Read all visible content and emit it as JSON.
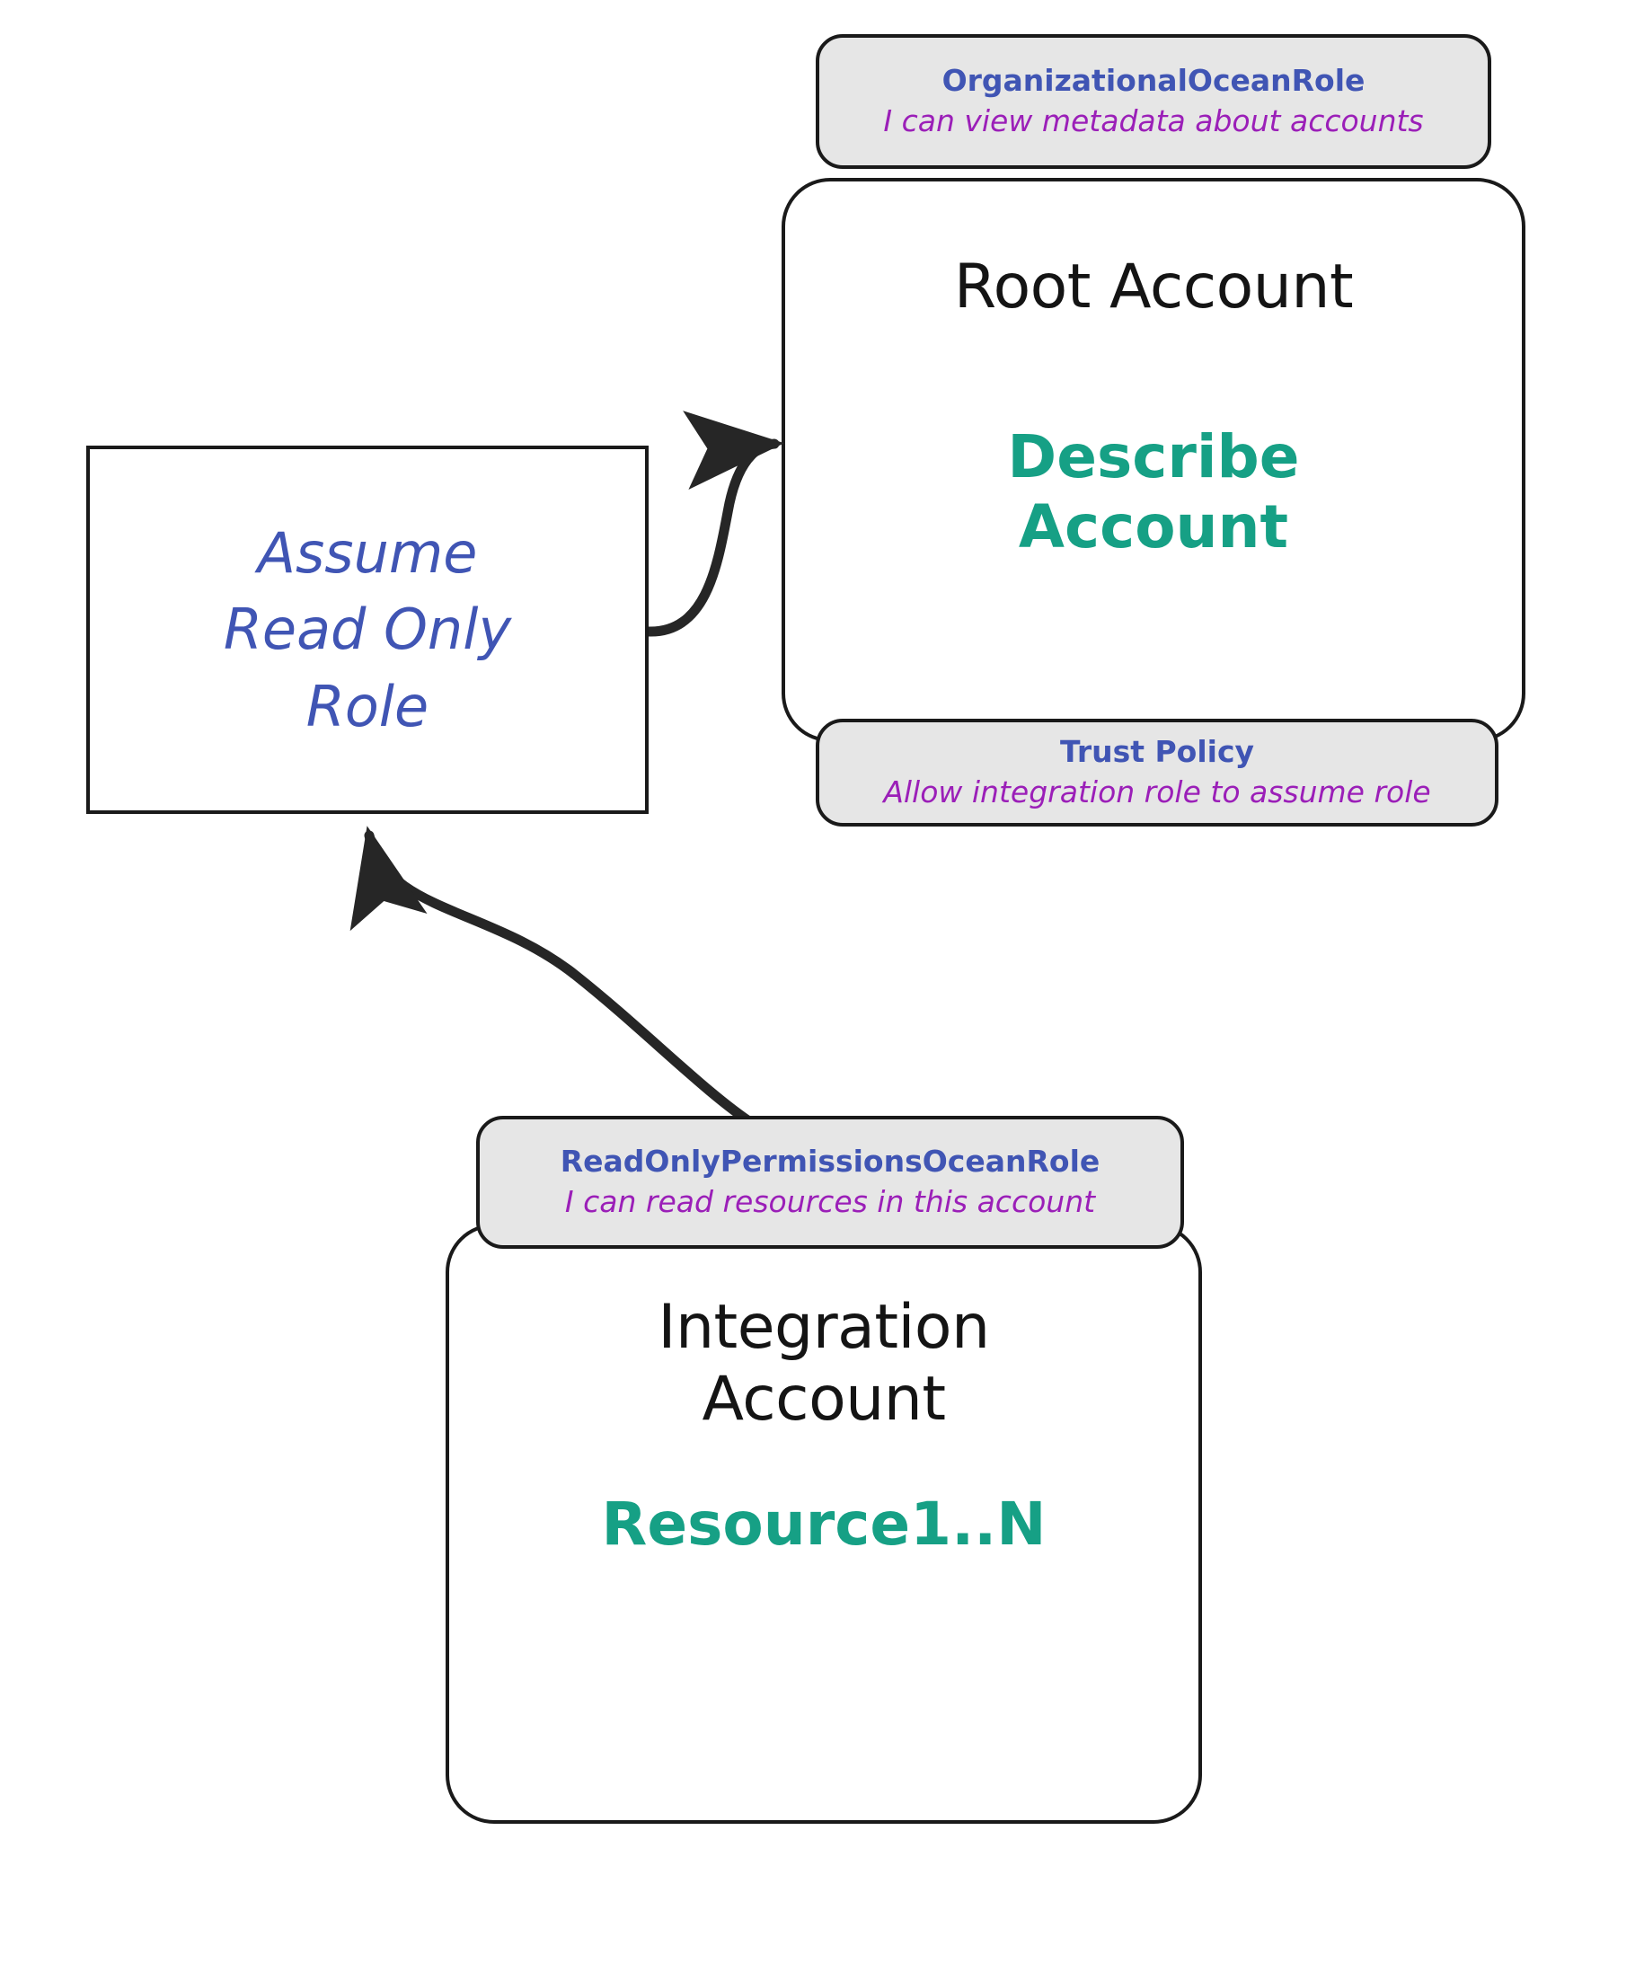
{
  "diagram": {
    "type": "cloud-account-role-assumption-diagram",
    "background_color": "#ffffff",
    "palette": {
      "stroke": "#1a1a1a",
      "badge_fill": "#e6e6e6",
      "role_name_blue": "#4055b4",
      "description_purple": "#9b1fb8",
      "resource_teal": "#16a085",
      "title_black": "#141414"
    },
    "nodes": {
      "root_account": {
        "title": "Root Account",
        "resource": "Describe\nAccount",
        "role_badge": {
          "name": "OrganizationalOceanRole",
          "description": "I can view metadata about accounts"
        },
        "policy_badge": {
          "name": "Trust Policy",
          "description": "Allow integration role to assume role"
        }
      },
      "integration_account": {
        "title": "Integration\nAccount",
        "resource": "Resource1..N",
        "role_badge": {
          "name": "ReadOnlyPermissionsOceanRole",
          "description": "I can read resources in this account"
        }
      },
      "assume_role": {
        "label": "Assume\nRead Only\nRole"
      }
    },
    "edges": [
      {
        "name": "assume-role-to-root-account",
        "from": "assume_role",
        "to": "root_account",
        "arrowhead": "filled-triangle",
        "style": "curved"
      },
      {
        "name": "integration-role-to-assume-role",
        "from": "integration_account",
        "to": "assume_role",
        "arrowhead": "filled-triangle",
        "style": "curved"
      }
    ]
  }
}
